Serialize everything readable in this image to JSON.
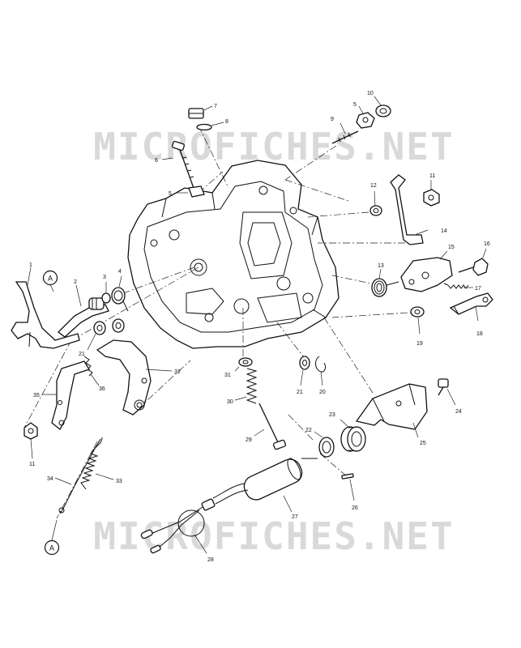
{
  "watermark": {
    "text": "MICROFICHES.NET",
    "color": "#d9d9d9"
  },
  "callouts": {
    "left": "A",
    "bottom": "A"
  },
  "labels": {
    "p1": "1",
    "p2": "2",
    "p3": "3",
    "p4": "4",
    "p5a": "5",
    "p5b": "5",
    "p6": "6",
    "p7": "7",
    "p8": "8",
    "p9": "9",
    "p10": "10",
    "p11a": "11",
    "p11b": "11",
    "p12": "12",
    "p13": "13",
    "p14": "14",
    "p15": "15",
    "p16": "16",
    "p17": "17",
    "p18": "18",
    "p19": "19",
    "p20": "20",
    "p21a": "21",
    "p21b": "21",
    "p22": "22",
    "p23": "23",
    "p24": "24",
    "p25": "25",
    "p26": "26",
    "p27": "27",
    "p28": "28",
    "p29": "29",
    "p30": "30",
    "p31": "31",
    "p32": "32",
    "p33": "33",
    "p34": "34",
    "p35": "35",
    "p36": "36"
  }
}
